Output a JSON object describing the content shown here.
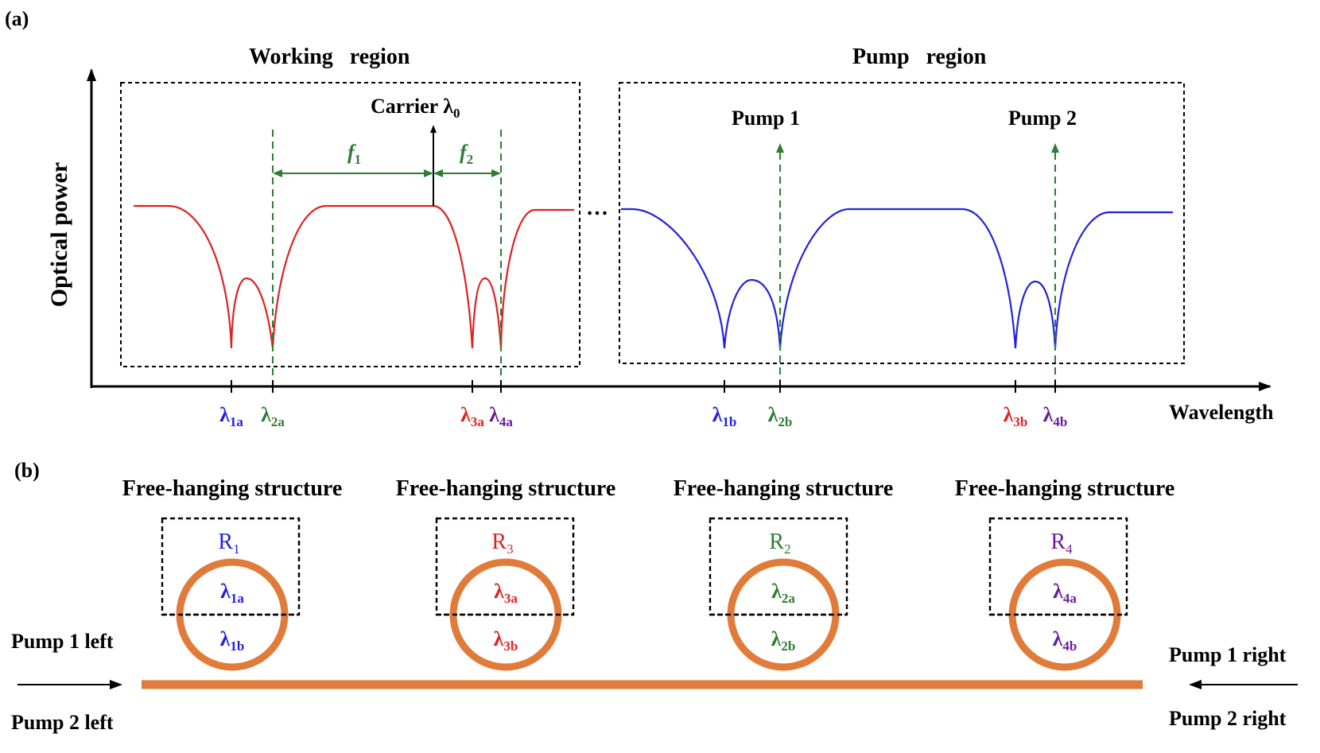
{
  "panel_a": {
    "label": "(a)",
    "working_region": "Working   region",
    "pump_region": "Pump   region",
    "y_axis": "Optical power",
    "x_axis": "Wavelength",
    "ellipsis": "…",
    "carrier": "Carrier λ",
    "carrier_sub": "0",
    "f1": "f",
    "f1_sub": "1",
    "f2": "f",
    "f2_sub": "2",
    "pump1": "Pump 1",
    "pump2": "Pump 2",
    "ticks": [
      {
        "sym": "λ",
        "sub": "1a",
        "color": "#2222dd"
      },
      {
        "sym": "λ",
        "sub": "2a",
        "color": "#2e7d32"
      },
      {
        "sym": "λ",
        "sub": "3a",
        "color": "#dd2222"
      },
      {
        "sym": "λ",
        "sub": "4a",
        "color": "#6a1b9a"
      },
      {
        "sym": "λ",
        "sub": "1b",
        "color": "#2222dd"
      },
      {
        "sym": "λ",
        "sub": "2b",
        "color": "#2e7d32"
      },
      {
        "sym": "λ",
        "sub": "3b",
        "color": "#dd2222"
      },
      {
        "sym": "λ",
        "sub": "4b",
        "color": "#6a1b9a"
      }
    ]
  },
  "panel_b": {
    "label": "(b)",
    "structure_label": "Free-hanging structure",
    "pump1_left": "Pump 1 left",
    "pump2_left": "Pump 2 left",
    "pump1_right": "Pump 1 right",
    "pump2_right": "Pump 2 right",
    "rings": [
      {
        "name": "R",
        "name_sub": "1",
        "color": "#2222dd",
        "upper_sub": "1a",
        "lower_sub": "1b"
      },
      {
        "name": "R",
        "name_sub": "3",
        "color": "#dd2222",
        "upper_sub": "3a",
        "lower_sub": "3b"
      },
      {
        "name": "R",
        "name_sub": "2",
        "color": "#2e7d32",
        "upper_sub": "2a",
        "lower_sub": "2b"
      },
      {
        "name": "R",
        "name_sub": "4",
        "color": "#6a1b9a",
        "upper_sub": "4a",
        "lower_sub": "4b"
      }
    ]
  },
  "colors": {
    "working_curve": "#dd2222",
    "pump_curve": "#2222dd",
    "annotation_green": "#2e7d32",
    "ring_orange": "#e07b39"
  }
}
